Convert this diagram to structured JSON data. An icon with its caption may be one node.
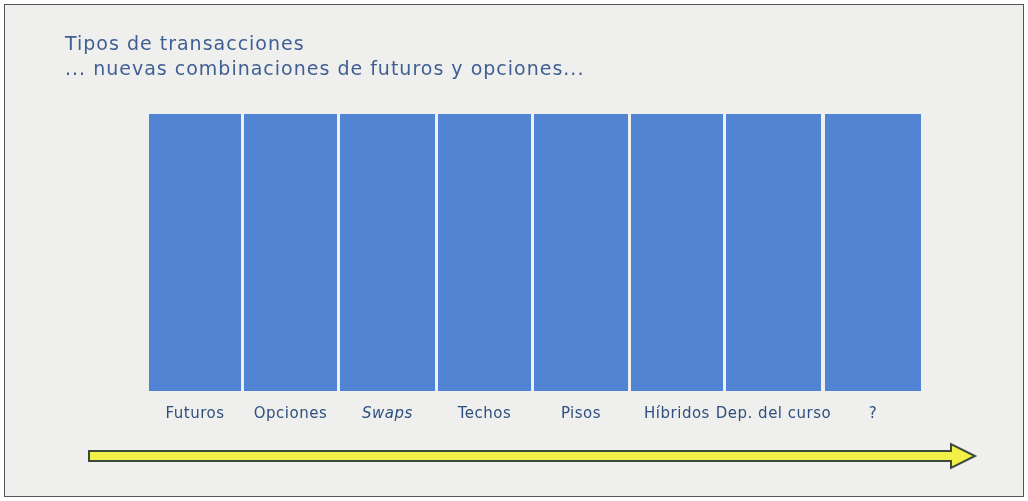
{
  "diagram": {
    "title": "Tipos de transacciones",
    "caption": "... nuevas combinaciones de futuros y opciones...",
    "nodes": [
      {
        "text": [
          "Futuros"
        ]
      },
      {
        "text": [
          "Opciones"
        ]
      },
      {
        "text": [
          "*Swaps*"
        ]
      },
      {
        "text": [
          "Techos"
        ]
      },
      {
        "text": [
          "Pisos"
        ]
      },
      {
        "text": [
          "Híbridos"
        ]
      },
      {
        "text": [
          "Dep. del curso"
        ]
      },
      {
        "text": [
          "?"
        ]
      }
    ]
  }
}
